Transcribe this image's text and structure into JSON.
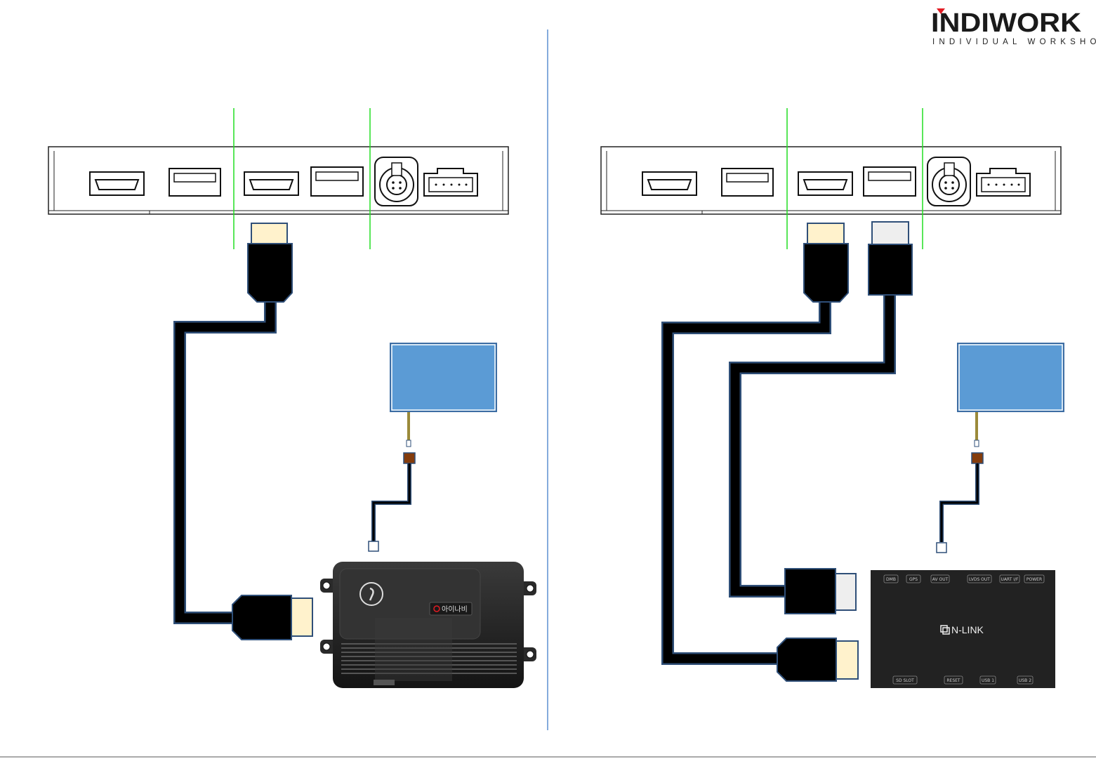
{
  "logo": {
    "brand": "INDIWORK",
    "tagline": "INDIVIDUAL WORKSHOP",
    "accent_color": "#e21b23"
  },
  "colors": {
    "divider": "#5b8fd1",
    "guide_line": "#22dd22",
    "screen_fill": "#5b9bd5",
    "screen_border": "#3d6da3",
    "cable": "#000000",
    "cable_edge": "#2f4f78",
    "plug_cream": "#fff2cc",
    "plug_grey": "#eeeeee",
    "connector_brown": "#843c0c"
  },
  "left_panel": {
    "module": "thinkware-style box",
    "module_label": "아이나비"
  },
  "right_panel": {
    "module": "nlink-box",
    "module_logo": "N-LINK",
    "top_ports": [
      "DMB",
      "GPS",
      "AV OUT",
      "LVDS OUT",
      "UART I/F",
      "POWER"
    ],
    "bottom_ports": [
      "SD SLOT",
      "RESET",
      "USB 1",
      "USB 2"
    ]
  }
}
